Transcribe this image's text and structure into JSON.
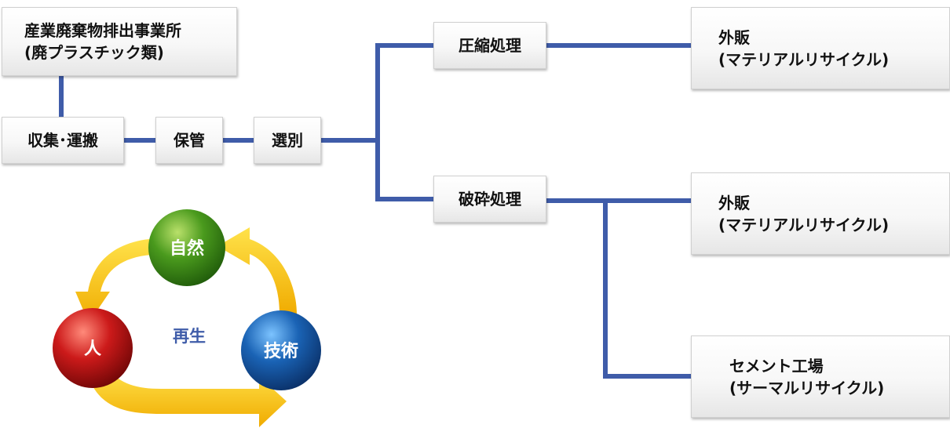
{
  "flow": {
    "source": "産業廃棄物排出事業所\n(廃プラスチック類)",
    "collect": "収集･運搬",
    "store": "保管",
    "sort": "選別",
    "compress": "圧縮処理",
    "crush": "破砕処理",
    "sale1": "外販\n(マテリアルリサイクル)",
    "sale2": "外販\n(マテリアルリサイクル)",
    "cement": "セメント工場\n(サーマルリサイクル)"
  },
  "cycle": {
    "nature": "自然",
    "human": "人",
    "technology": "技術",
    "center": "再生"
  },
  "colors": {
    "connector": "#3f5ca9",
    "arrow": "#f7c300",
    "nature_ball": "#3f8f1b",
    "human_ball": "#c41616",
    "technology_ball": "#1558a6",
    "center_text": "#3f5ca9"
  }
}
